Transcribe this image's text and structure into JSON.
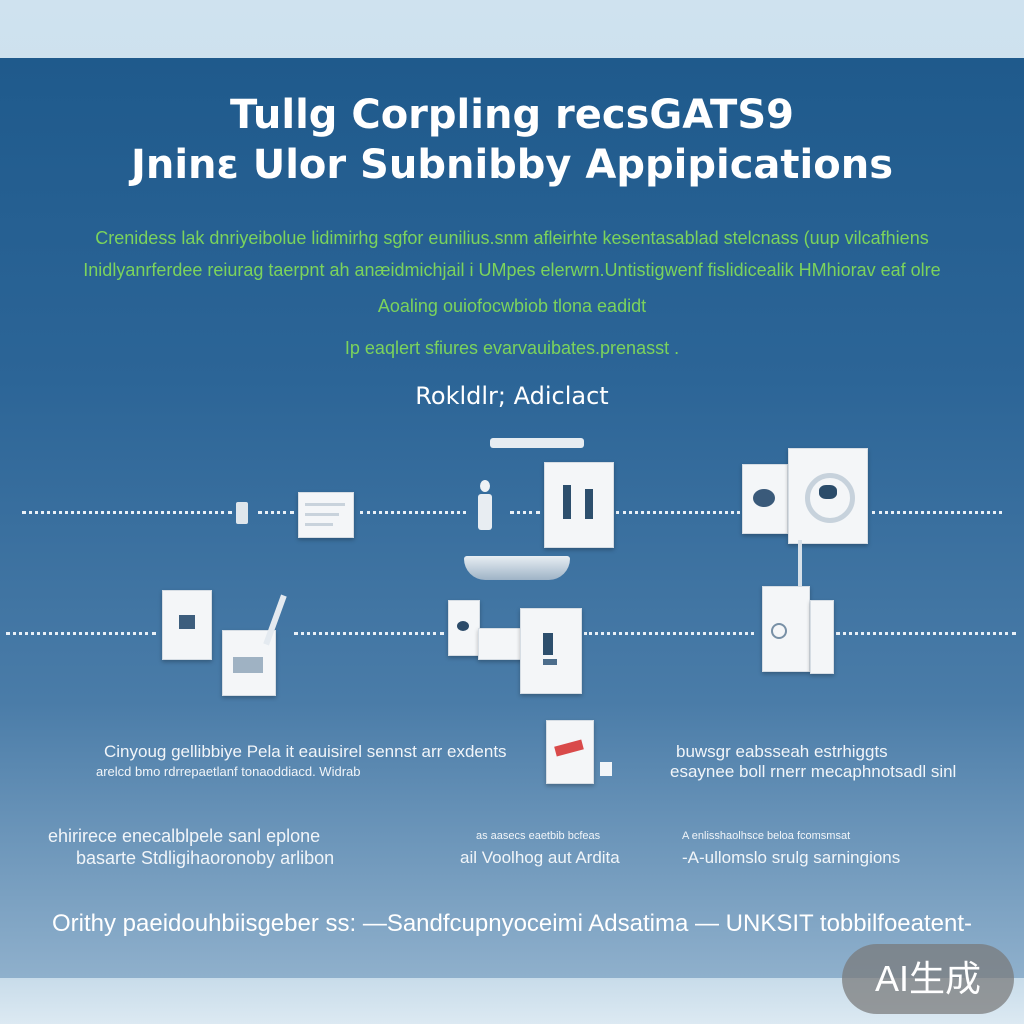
{
  "header": {
    "title_line1": "Tullg Corpling recsGATS9",
    "title_line2": "Jninɛ Ulor Subnibby Appipications"
  },
  "intro": {
    "line1": "Crenidess lak dnriyeibolue lidimirhg sgfor eunilius.snm afleirhte kesentasablad stelcnass (uup vilcafhiens",
    "line2": "Inidlyanrferdee reiurag taerpnt ah anæidmichjail i UMpes elerwrn.Untistigwenf fislidicealik HMhiorav eaf olre",
    "line3": "Aoaling ouiofocwbiob tlona eadidt",
    "line4": "Ip eaqlert sfiures evarvauibates.prenasst ."
  },
  "section_heading": "Rokldlr; Adiclact",
  "captions": {
    "mid_left_1": "Cinyoug gellibbiye Pela it eauisirel sennst arr exdents",
    "mid_left_2": "arelcd bmo rdrrepaetlanf tonaoddiacd. Widrab",
    "mid_right_1": "buwsgr eabsseah estrhiggts",
    "mid_right_2": "esaynee boll rnerr mecaphnotsadl sinl",
    "low_left_1": "ehirirece enecalblpele sanl eplone",
    "low_left_2": "basarte Stdligihaoronoby arlibon",
    "low_mid_1": "as aasecs eaetbib bcfeas",
    "low_mid_2": "ail Voolhog aut Ardita",
    "low_right_1": "A enlisshaolhsce beloa fcomsmsat",
    "low_right_2": "-A-ullomslo srulg sarningions"
  },
  "footer_line": "Orithy paeidouhbiisgeber ss: —Sandfcupnyoceimi Adsatima — UNKSIT tobbilfoeatent-",
  "watermark": "AI生成",
  "colors": {
    "poster_top": "#1f5a8c",
    "poster_bottom": "#8fb0cc",
    "accent_green": "#7bd35c",
    "text_white": "#ffffff"
  }
}
